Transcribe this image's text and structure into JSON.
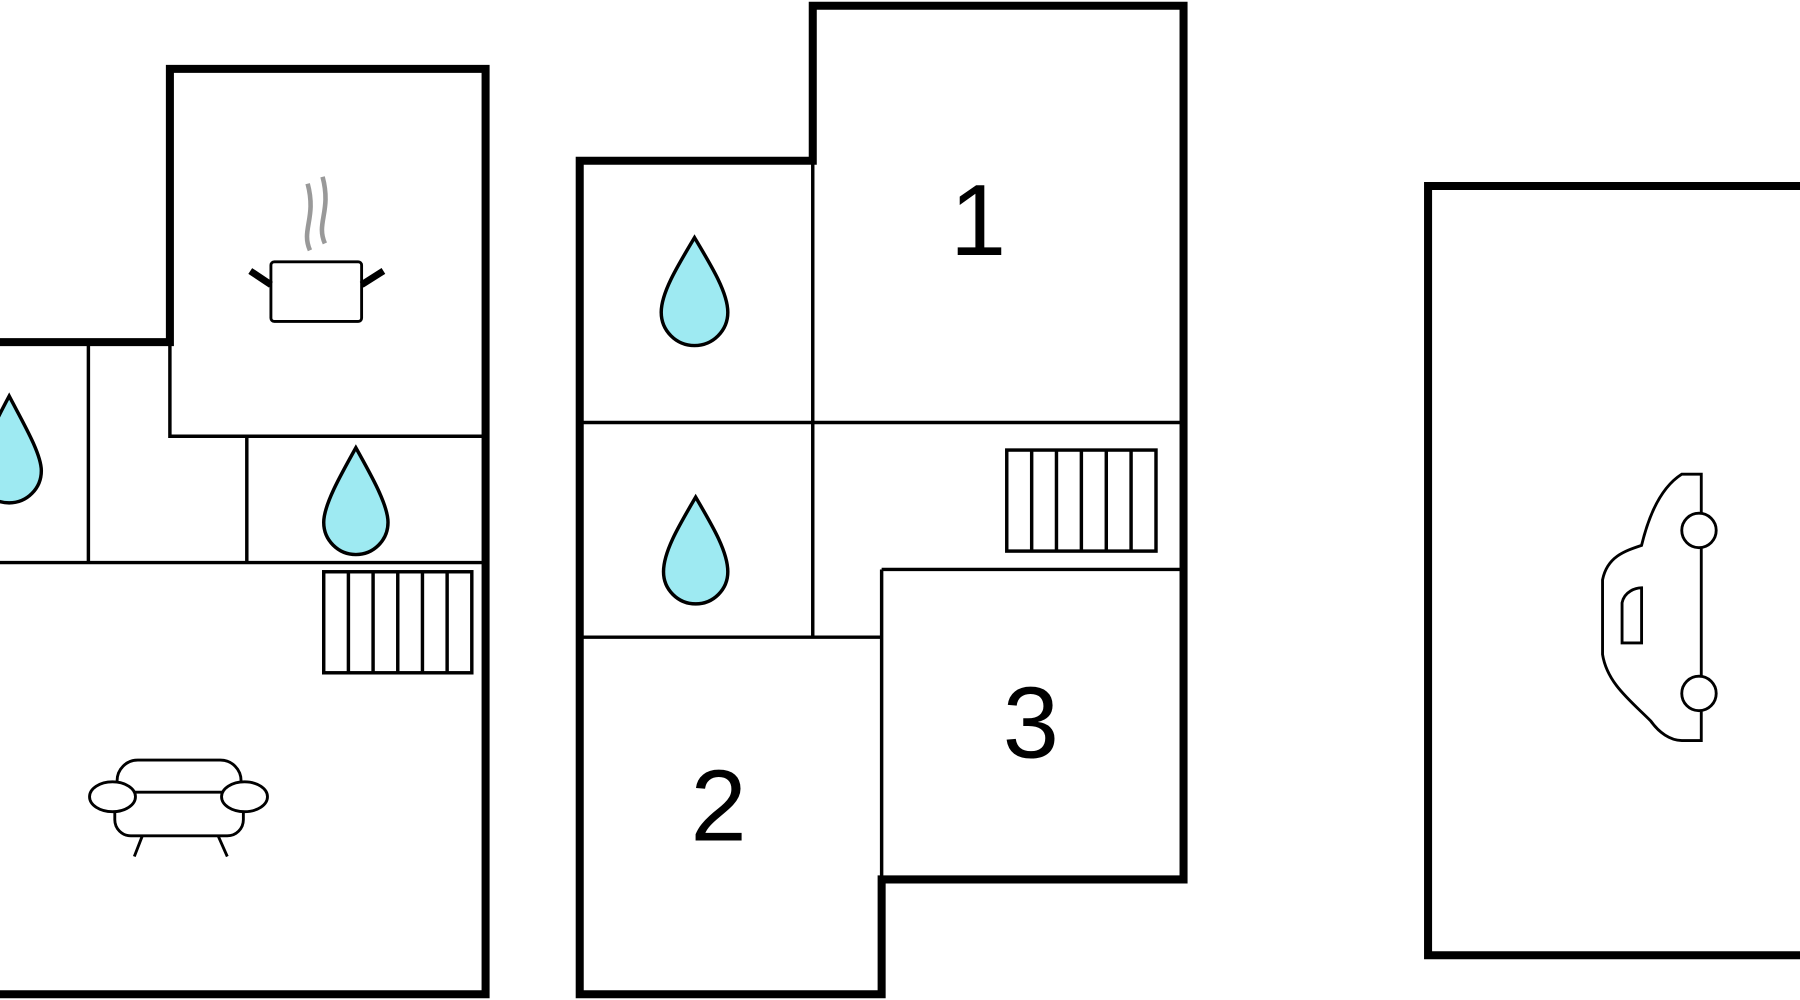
{
  "plan": {
    "rooms": [
      {
        "label": "1"
      },
      {
        "label": "2"
      },
      {
        "label": "3"
      }
    ],
    "icons": [
      "kitchen-pot-icon",
      "water-drop-icon",
      "stairs-icon",
      "sofa-icon",
      "car-icon"
    ],
    "colors": {
      "wall": "#000000",
      "water": "#9eeaf2",
      "steam": "#999999"
    }
  }
}
